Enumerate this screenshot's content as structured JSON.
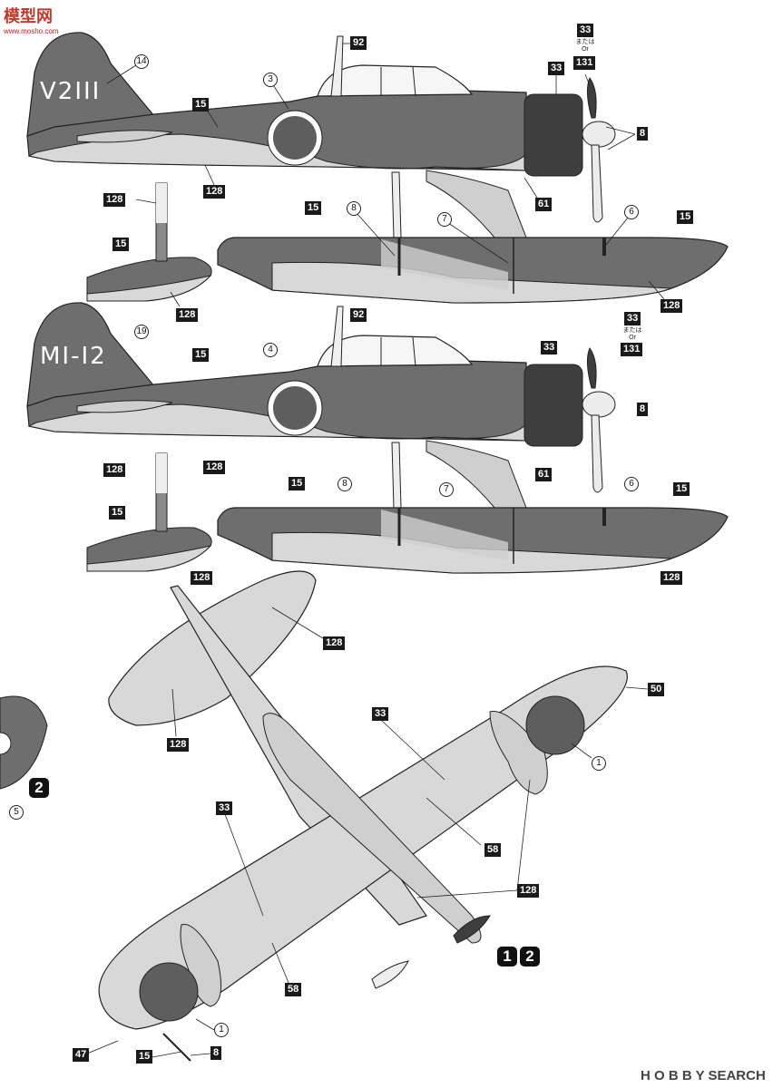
{
  "watermark_top": {
    "brand": "模型网",
    "url": "www.mosho.com"
  },
  "watermark_bottom": {
    "text": "H O B B Y SEARCH"
  },
  "colors": {
    "dark": "#6e6e6e",
    "light": "#cfcfcf",
    "mid": "#8a8a8a",
    "cowl": "#3e3e3e",
    "underside": "#d8d8d8"
  },
  "aircraft_1": {
    "tail_code": "V2III",
    "callouts": {
      "c14": "14",
      "c92": "92",
      "c3": "3",
      "c33a": "33",
      "c_or_text": "または\nOr",
      "c131": "131",
      "c33b": "33",
      "c15a": "15",
      "c8": "8",
      "c128a": "128",
      "c61": "61",
      "c128b": "128",
      "c15b": "15",
      "c8b": "8",
      "c7": "7",
      "c6": "6",
      "c15c": "15",
      "c15d": "15",
      "c128c": "128",
      "c128d": "128"
    }
  },
  "aircraft_2": {
    "tail_code": "MI-I2",
    "callouts": {
      "c19": "19",
      "c92": "92",
      "c4": "4",
      "c33a": "33",
      "c_or_text": "または\nOr",
      "c131": "131",
      "c33b": "33",
      "c15a": "15",
      "c8": "8",
      "c128a": "128",
      "c61": "61",
      "c128b": "128",
      "c15b": "15",
      "c8b": "8",
      "c7": "7",
      "c6": "6",
      "c15c": "15",
      "c15d": "15",
      "c128c": "128",
      "c128d": "128"
    }
  },
  "plan_view": {
    "callouts": {
      "c128_top": "128",
      "c50": "50",
      "c33_right": "33",
      "c1_right": "1",
      "c128_left": "128",
      "c33_left": "33",
      "c58_right": "58",
      "c128_center": "128",
      "c58_bottom": "58",
      "c1_bottom": "1",
      "c47": "47",
      "c15": "15",
      "c8": "8",
      "c5": "5"
    },
    "badge_left": "2",
    "badge_pair": [
      "1",
      "2"
    ]
  }
}
